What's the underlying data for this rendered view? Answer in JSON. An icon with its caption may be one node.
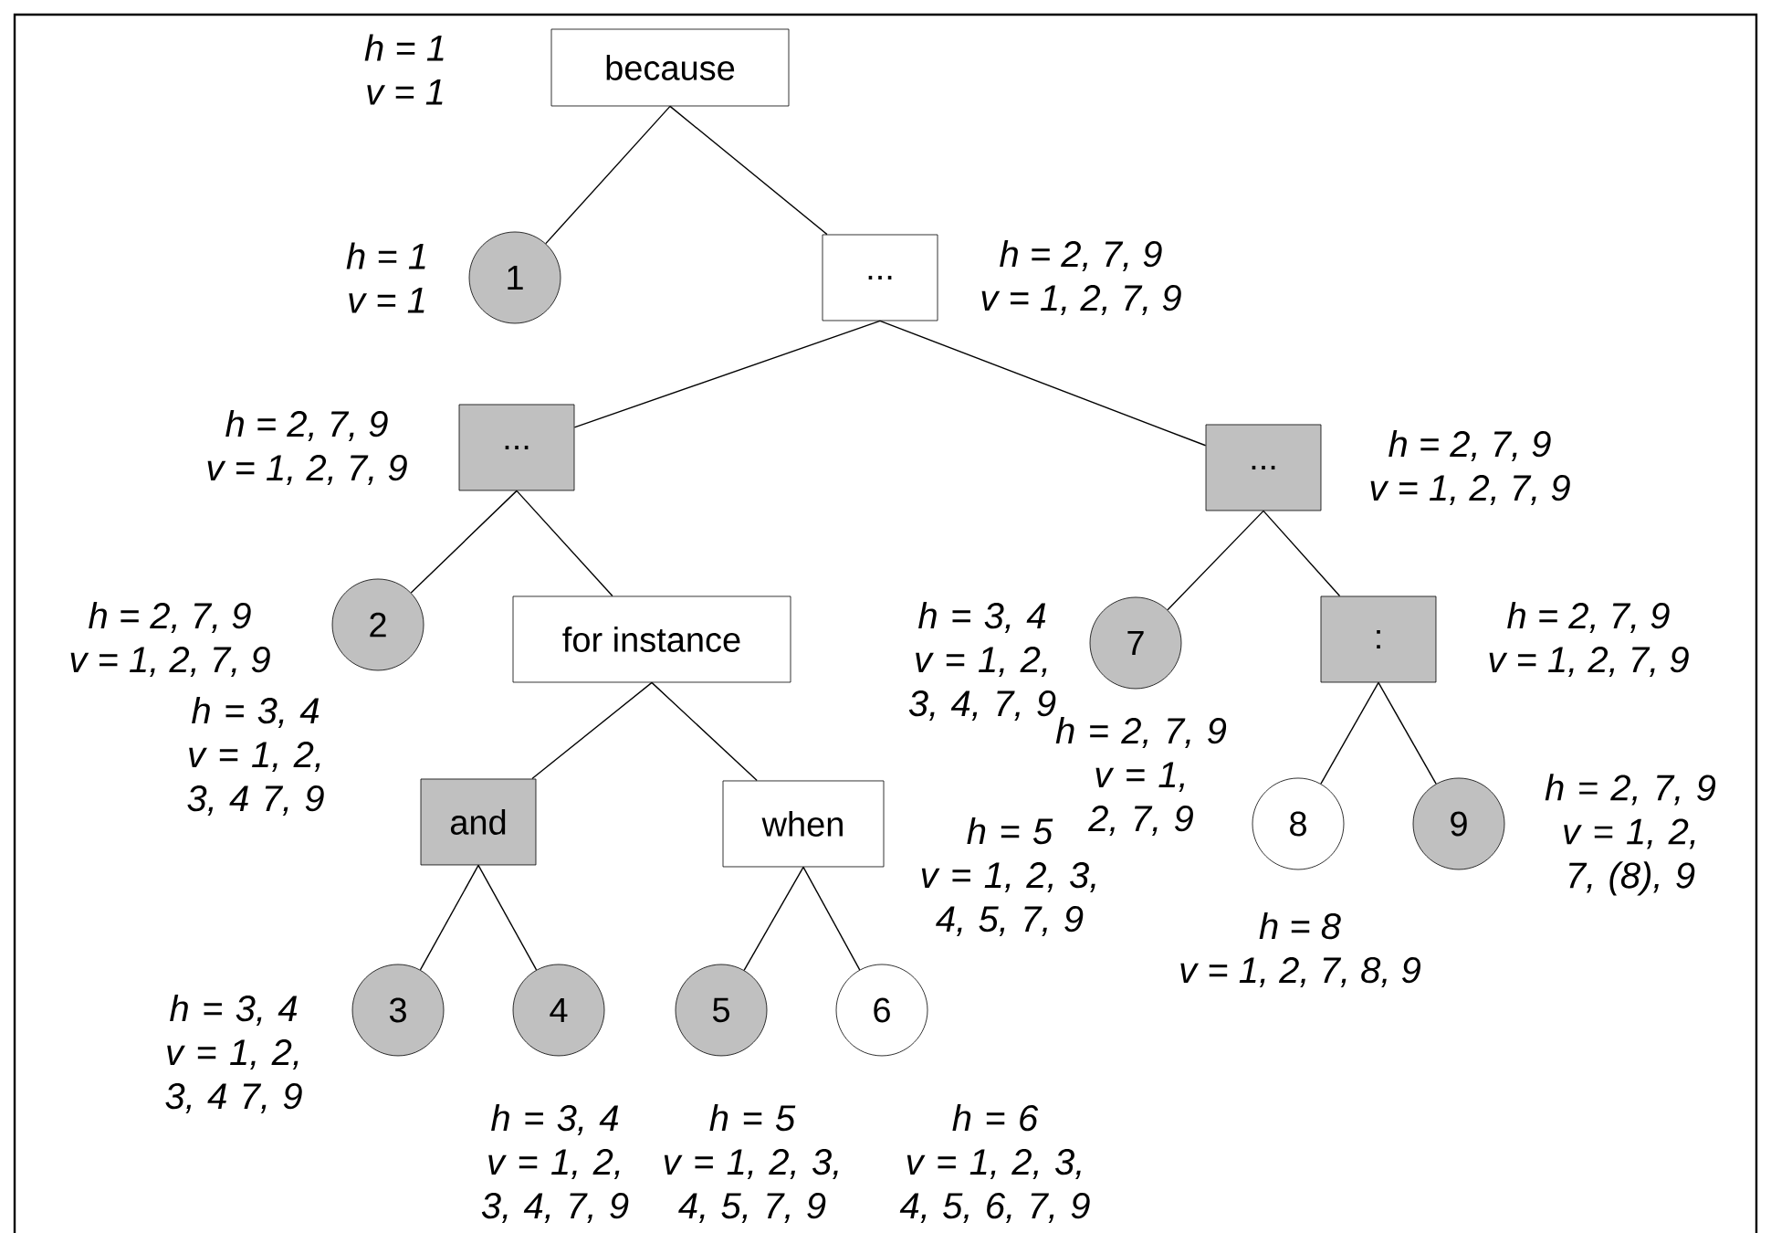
{
  "diagram": {
    "nodes": [
      {
        "text": [
          "because"
        ],
        "beside": [
          "h = 1",
          "v = 1"
        ]
      },
      {
        "text": [
          "1"
        ],
        "beside": [
          "h = 1",
          "v = 1"
        ]
      },
      {
        "text": [
          "..."
        ],
        "beside": [
          "h = 2, 7, 9",
          "v = 1, 2, 7, 9"
        ]
      },
      {
        "text": [
          "..."
        ],
        "beside": [
          "h = 2, 7, 9",
          "v = 1, 2, 7, 9"
        ]
      },
      {
        "text": [
          "..."
        ],
        "beside": [
          "h = 2, 7, 9",
          "v = 1, 2, 7, 9"
        ]
      },
      {
        "text": [
          "2"
        ],
        "beside": [
          "h = 2, 7, 9",
          "v = 1, 2, 7, 9"
        ]
      },
      {
        "text": [
          "for instance"
        ],
        "beside": [
          "h = 3, 4",
          "v = 1, 2, 3, 4, 7, 9"
        ]
      },
      {
        "text": [
          "7"
        ],
        "beside": [
          "h = 2, 7, 9",
          "v = 1, 2, 7, 9"
        ]
      },
      {
        "text": [
          ":"
        ],
        "beside": [
          "h = 2, 7, 9",
          "v = 1, 2, 7, 9"
        ]
      },
      {
        "text": [
          "and"
        ],
        "beside": [
          "h = 3, 4",
          "v = 1, 2, 3, 4 7, 9"
        ]
      },
      {
        "text": [
          "when"
        ],
        "beside": [
          "h = 5",
          "v = 1, 2, 3, 4, 5, 7, 9"
        ]
      },
      {
        "text": [
          "8"
        ],
        "beside": [
          "h = 8",
          "v = 1, 2, 7, 8, 9"
        ]
      },
      {
        "text": [
          "9"
        ],
        "beside": [
          "h = 2, 7, 9",
          "v = 1, 2, 7, (8), 9"
        ]
      },
      {
        "text": [
          "3"
        ],
        "beside": [
          "h = 3, 4",
          "v = 1, 2, 3, 4 7, 9"
        ]
      },
      {
        "text": [
          "4"
        ],
        "beside": [
          "h = 3, 4",
          "v = 1, 2, 3, 4, 7, 9"
        ]
      },
      {
        "text": [
          "5"
        ],
        "beside": [
          "h = 5",
          "v = 1, 2, 3, 4, 5, 7, 9"
        ]
      },
      {
        "text": [
          "6"
        ],
        "beside": [
          "h = 6",
          "v = 1, 2, 3, 4, 5, 6, 7, 9"
        ]
      }
    ],
    "edges": [
      {
        "from": 0,
        "to": 1,
        "arrow": "none"
      },
      {
        "from": 0,
        "to": 2,
        "arrow": "none"
      },
      {
        "from": 2,
        "to": 3,
        "arrow": "none"
      },
      {
        "from": 2,
        "to": 4,
        "arrow": "none"
      },
      {
        "from": 3,
        "to": 5,
        "arrow": "none"
      },
      {
        "from": 3,
        "to": 6,
        "arrow": "none"
      },
      {
        "from": 4,
        "to": 7,
        "arrow": "none"
      },
      {
        "from": 4,
        "to": 8,
        "arrow": "none"
      },
      {
        "from": 6,
        "to": 9,
        "arrow": "none"
      },
      {
        "from": 6,
        "to": 10,
        "arrow": "none"
      },
      {
        "from": 8,
        "to": 11,
        "arrow": "none"
      },
      {
        "from": 8,
        "to": 12,
        "arrow": "none"
      },
      {
        "from": 9,
        "to": 13,
        "arrow": "none"
      },
      {
        "from": 9,
        "to": 14,
        "arrow": "none"
      },
      {
        "from": 10,
        "to": 15,
        "arrow": "none"
      },
      {
        "from": 10,
        "to": 16,
        "arrow": "none"
      }
    ]
  }
}
